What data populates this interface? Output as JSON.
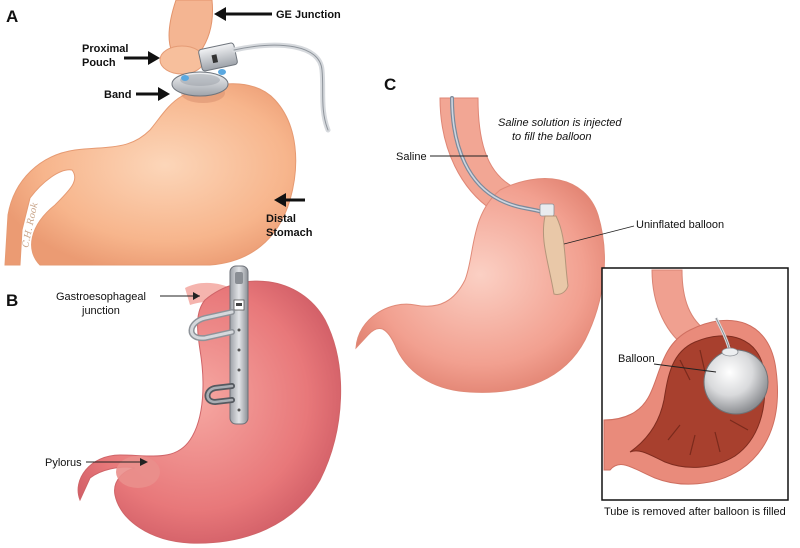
{
  "panels": {
    "a": {
      "letter": "A",
      "labels": {
        "ge_junction": "GE Junction",
        "proximal_line1": "Proximal",
        "proximal_line2": "Pouch",
        "band": "Band",
        "distal_line1": "Distal",
        "distal_line2": "Stomach"
      },
      "signature": "C.H. Rook"
    },
    "b": {
      "letter": "B",
      "labels": {
        "ge_line1": "Gastroesophageal",
        "ge_line2": "junction",
        "pylorus": "Pylorus"
      }
    },
    "c": {
      "letter": "C",
      "caption_line1": "Saline solution is injected",
      "caption_line2": "to fill the balloon",
      "labels": {
        "saline": "Saline",
        "uninflated_balloon": "Uninflated balloon",
        "balloon": "Balloon"
      },
      "inset_caption": "Tube is removed after balloon is filled"
    }
  },
  "colors": {
    "stomach_a": "#f7b58c",
    "stomach_b": "#e8787a",
    "stomach_c": "#f2a090",
    "band": "#c8ccd2",
    "inner_wall": "#b04830",
    "arrow": "#111111"
  }
}
